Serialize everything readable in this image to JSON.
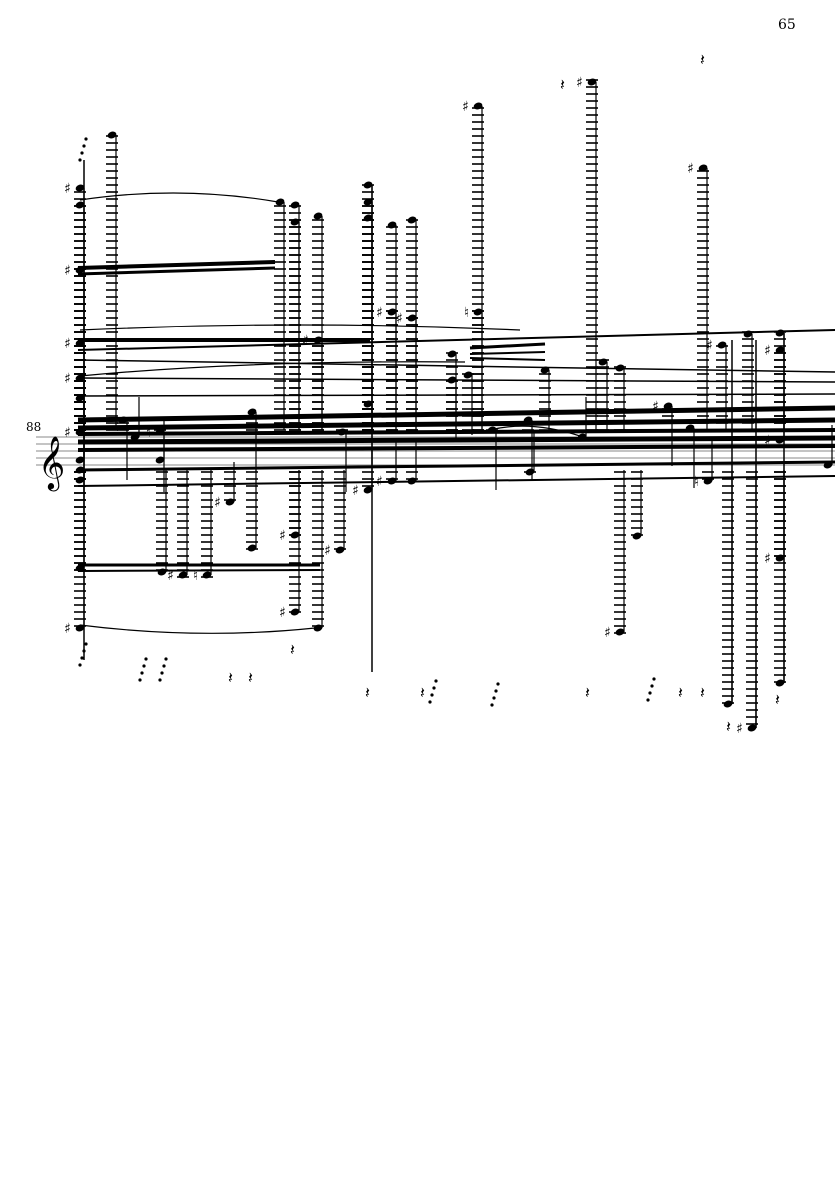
{
  "page": {
    "number": "65"
  },
  "score": {
    "measure_number": "88",
    "clef": "treble",
    "clef_glyph": "𝄞",
    "sharp_glyph": "♯",
    "natural_glyph": "♮",
    "rest_glyph": "𝄽",
    "ink_color": "#000000"
  }
}
